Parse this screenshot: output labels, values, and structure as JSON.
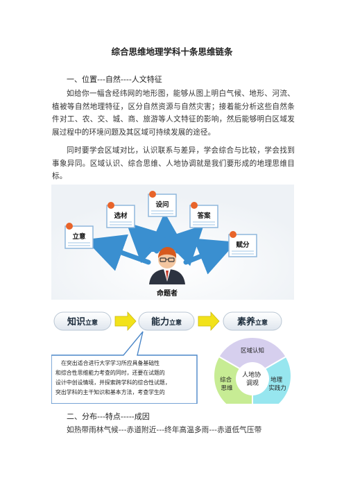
{
  "title": "综合思维地理学科十条思维链条",
  "section1": {
    "heading": "一、位置---自然----人文特征",
    "para1": "如给你一幅含经纬网的地形图，能够从图上明白气候、地形、河流、植被等自然地理特征，区分自然资源与自然灾害；接着能分析这些自然条件对工、农、交、城、商、旅游等人文特征的影响，然后能够明白区域发展过程中的环境问题及其区域可持续发展的途径。",
    "para2": "同时要学会区域对比，认识联系与差异，学会综合与比较，学会找到事象异同。区域认识、综合思维、人地协调就是我们要形成的地理思维目标。"
  },
  "figure": {
    "cards": [
      "立意",
      "选材",
      "设问",
      "答案",
      "赋分"
    ],
    "person_label": "命题者",
    "flow": [
      {
        "main": "知识",
        "sub": "立意"
      },
      {
        "main": "能力",
        "sub": "立意"
      },
      {
        "main": "素养",
        "sub": "立意"
      }
    ],
    "callout_lines": [
      "在突出适合进行大学学习所应具备基础性",
      "和综合性思维能力考查的同时，还要在试题的",
      "设计中创设情境，并探索跨学科的综合性试题，",
      "突出学科的主干知识和基本方法，考查学生的"
    ],
    "circle": {
      "center": [
        "人地协",
        "调观"
      ],
      "segments": [
        {
          "label": "区域认知",
          "color": "#d6cfee"
        },
        {
          "label": "地理实践力",
          "lines": [
            "地理",
            "实践力"
          ],
          "color": "#97e6ef"
        },
        {
          "label": "综合思维",
          "lines": [
            "综合",
            "思维"
          ],
          "color": "#c7ec94"
        }
      ]
    }
  },
  "section2": {
    "heading": "二、分布---特点-----成因",
    "para1": "如热带雨林气候---赤道附近---终年高温多雨---赤道低气压带"
  },
  "colors": {
    "orange": "#e8642a",
    "arrow_blue": "#3a8fd0",
    "flow_yellow": "#f2e21a",
    "callout_border": "#4a86c8"
  }
}
